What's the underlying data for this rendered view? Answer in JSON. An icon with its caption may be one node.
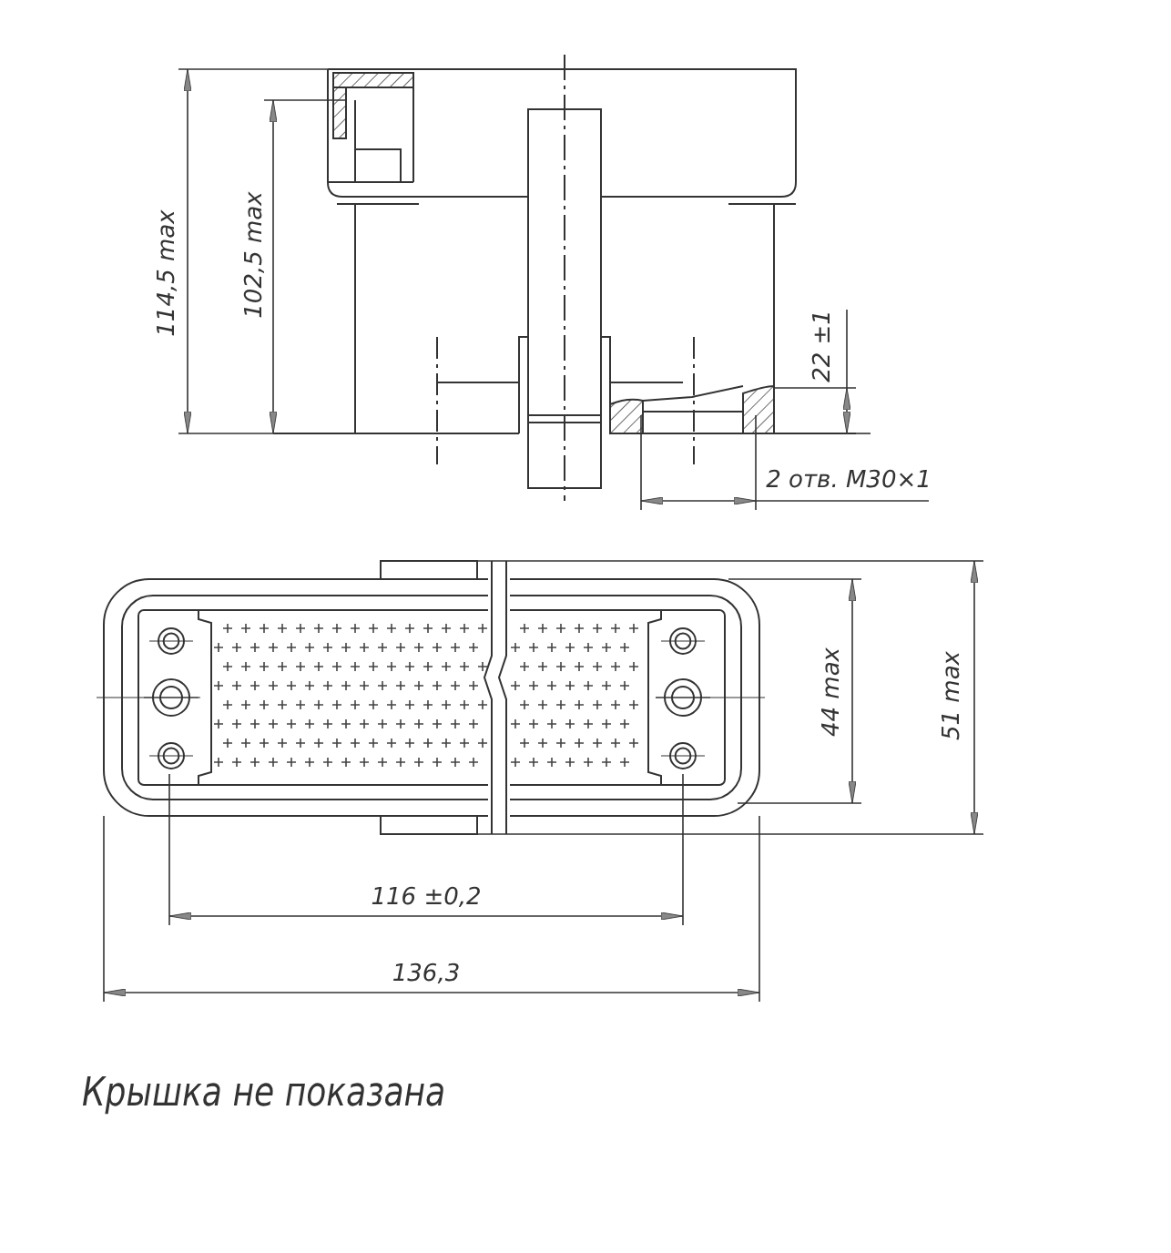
{
  "diagram": {
    "caption": "Крышка не показана",
    "labels": [
      "114,5 max",
      "102,5 max",
      "22 ±1",
      "2 отв. М30×1",
      "44 max",
      "51 max",
      "116 ±0,2",
      "136,3"
    ]
  }
}
